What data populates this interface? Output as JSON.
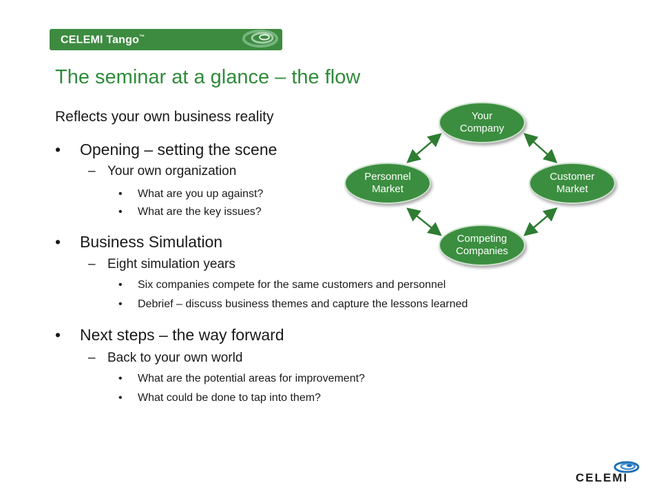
{
  "brand": {
    "name": "CELEMI Tango",
    "tm": "™"
  },
  "title": "The seminar at a glance – the flow",
  "subtitle": "Reflects your own business reality",
  "sections": [
    {
      "bullet": "•",
      "heading": "Opening – setting the scene",
      "dash": "–",
      "sub": "Your own organization",
      "items": [
        "What are you up against?",
        "What are the key issues?"
      ]
    },
    {
      "bullet": "•",
      "heading": "Business Simulation",
      "dash": "–",
      "sub": "Eight simulation years",
      "items": [
        "Six companies compete for the same customers and personnel",
        "Debrief – discuss business themes and capture the lessons learned"
      ]
    },
    {
      "bullet": "•",
      "heading": "Next steps – the way forward",
      "dash": "–",
      "sub": "Back to your own world",
      "items": [
        "What are the potential areas for improvement?",
        "What could be done to tap into them?"
      ]
    }
  ],
  "diagram": {
    "nodes": {
      "top": "Your\nCompany",
      "left": "Personnel\nMarket",
      "right": "Customer\nMarket",
      "bottom": "Competing\nCompanies"
    },
    "node_color": "#3b8e3f",
    "arrow_color": "#2e7d32"
  },
  "footer": {
    "logo_text": "CELEMI"
  },
  "colors": {
    "accent": "#2e8b3a",
    "brand_bar": "#3d8b40",
    "swirl": "#1f6fb5"
  }
}
